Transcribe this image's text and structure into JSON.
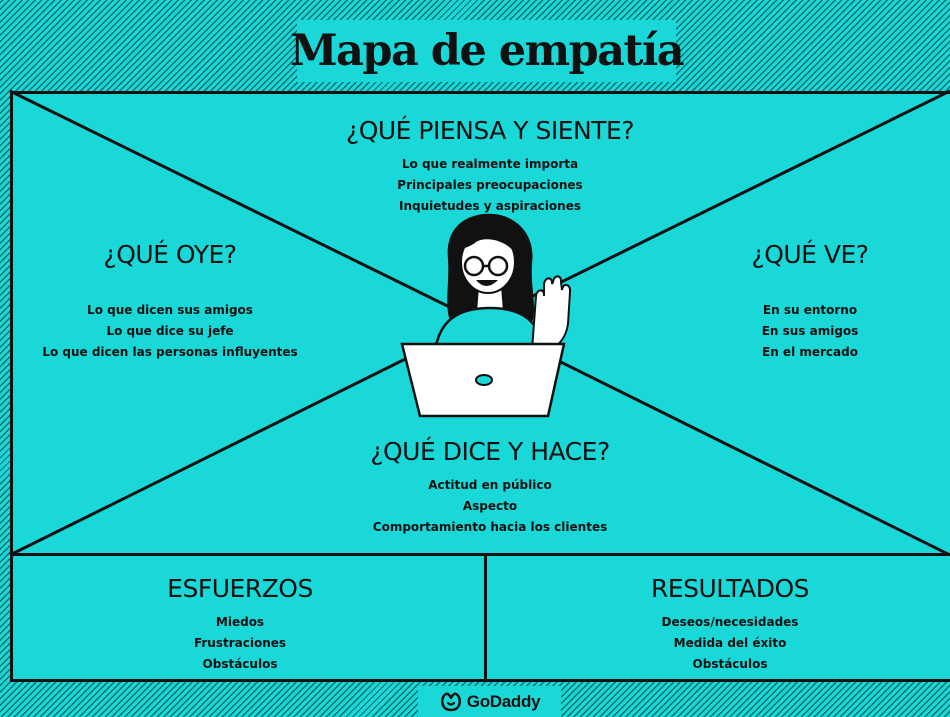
{
  "title": "Mapa de empatía",
  "sections": {
    "think_feel": {
      "title": "¿QUÉ PIENSA Y SIENTE?",
      "items": [
        "Lo que realmente importa",
        "Principales preocupaciones",
        "Inquietudes y aspiraciones"
      ]
    },
    "hear": {
      "title": "¿QUÉ OYE?",
      "items": [
        "Lo que dicen sus amigos",
        "Lo que dice su jefe",
        "Lo que dicen las personas influyentes"
      ]
    },
    "see": {
      "title": "¿QUÉ VE?",
      "items": [
        "En su entorno",
        "En sus amigos",
        "En el mercado"
      ]
    },
    "say_do": {
      "title": "¿QUÉ DICE Y HACE?",
      "items": [
        "Actitud en público",
        "Aspecto",
        "Comportamiento hacia los clientes"
      ]
    },
    "efforts": {
      "title": "ESFUERZOS",
      "items": [
        "Miedos",
        "Frustraciones",
        "Obstáculos"
      ]
    },
    "results": {
      "title": "RESULTADOS",
      "items": [
        "Deseos/necesidades",
        "Medida del éxito",
        "Obstáculos"
      ]
    }
  },
  "brand": {
    "name": "GoDaddy",
    "icon": "godaddy-logo-icon"
  },
  "colors": {
    "background": "#1ad8d8",
    "stripe": "#0d6f70",
    "ink": "#111111"
  }
}
